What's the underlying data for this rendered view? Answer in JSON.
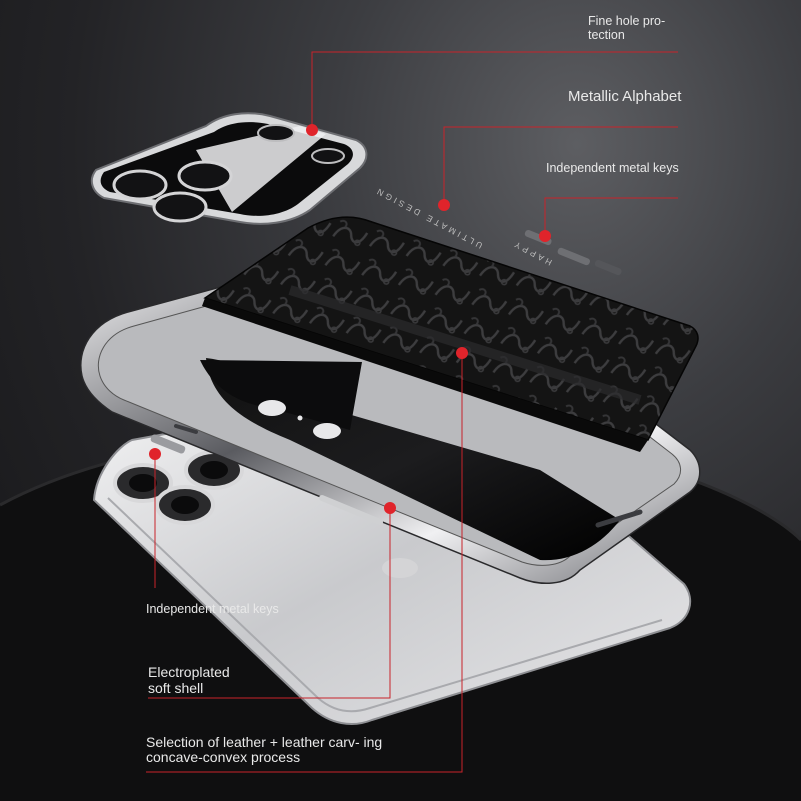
{
  "callouts": {
    "fine_hole": "Fine hole pro- tection",
    "metallic_alphabet": "Metallic Alphabet",
    "keys_top": "Independent metal keys",
    "keys_bottom": "Independent metal keys",
    "soft_shell": "Electroplated soft shell",
    "leather": "Selection of leather + leather carv- ing concave-convex process"
  },
  "engraving": {
    "design": "ULTIMATE DESIGN",
    "brand": "HAPPY"
  },
  "colors": {
    "accent": "#e0242b",
    "leader_line": "#c8232a",
    "text": "#e9e9e9"
  }
}
